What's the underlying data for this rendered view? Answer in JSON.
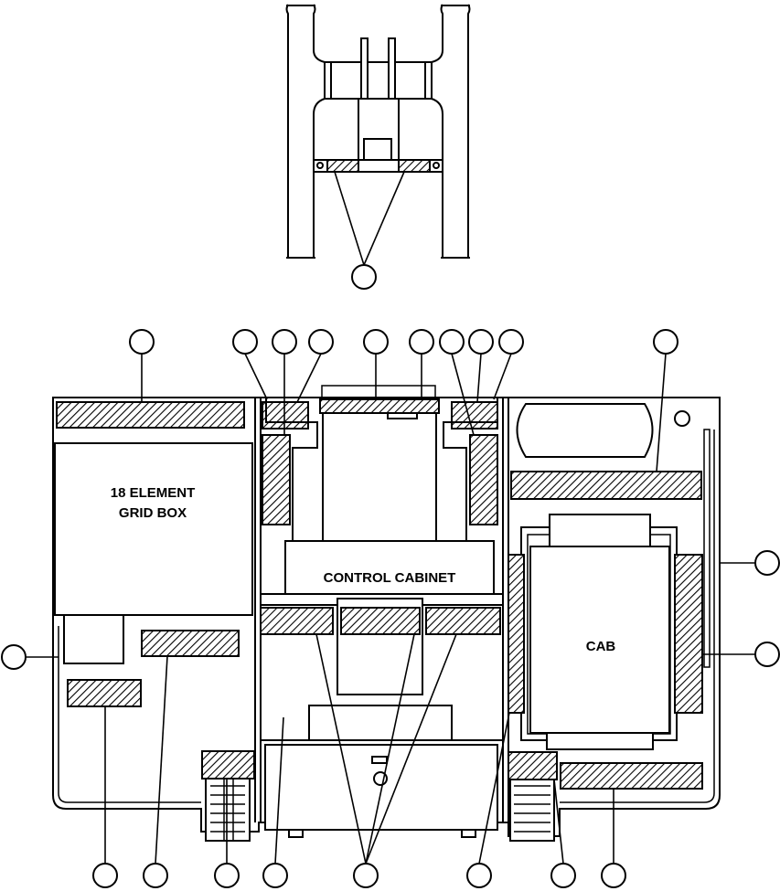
{
  "labels": {
    "grid_box_line1": "18 ELEMENT",
    "grid_box_line2": "GRID BOX",
    "control_cabinet": "CONTROL CABINET",
    "cab": "CAB"
  },
  "colors": {
    "line": "#000000",
    "background": "#ffffff"
  }
}
